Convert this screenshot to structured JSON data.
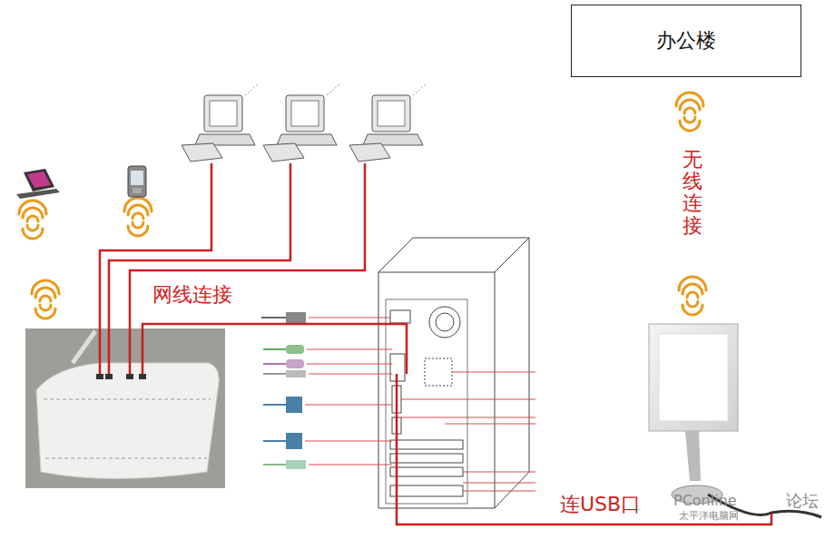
{
  "diagram": {
    "nodes": [
      {
        "text": [
          "办公楼"
        ]
      }
    ],
    "labels": [
      "无线连接",
      "网线连接",
      "连USB口",
      "PConline",
      "太平洋电脑网",
      "论坛"
    ]
  }
}
